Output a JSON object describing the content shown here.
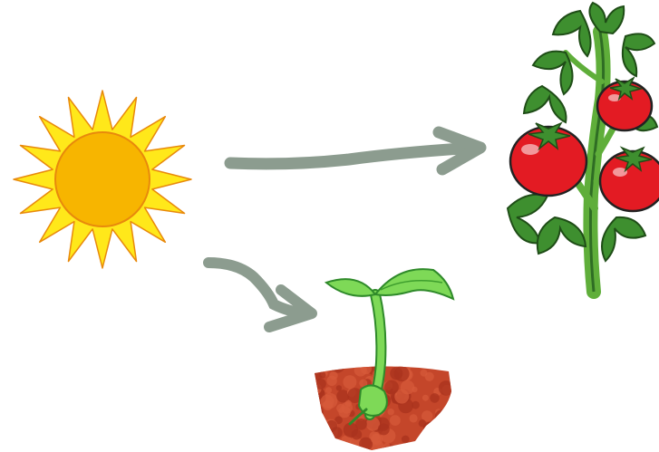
{
  "diagram": {
    "nodes": [
      {
        "id": "sun",
        "icon": "sun-icon"
      },
      {
        "id": "tomato-plant",
        "icon": "tomato-plant-icon"
      },
      {
        "id": "seedling",
        "icon": "seedling-icon"
      }
    ],
    "edges": [
      {
        "from": "sun",
        "to": "tomato-plant",
        "icon": "arrow-right-icon"
      },
      {
        "from": "sun",
        "to": "seedling",
        "icon": "curved-arrow-icon"
      }
    ],
    "colors": {
      "sun_core": "#f7b500",
      "sun_rays": "#ffe81a",
      "sun_outline": "#e8890c",
      "arrow": "#8c9c8f",
      "tomato": "#e31b23",
      "leaf": "#3e8f2f",
      "stem": "#5fae3a",
      "seedling": "#7ed957",
      "soil": "#c4462a"
    }
  }
}
